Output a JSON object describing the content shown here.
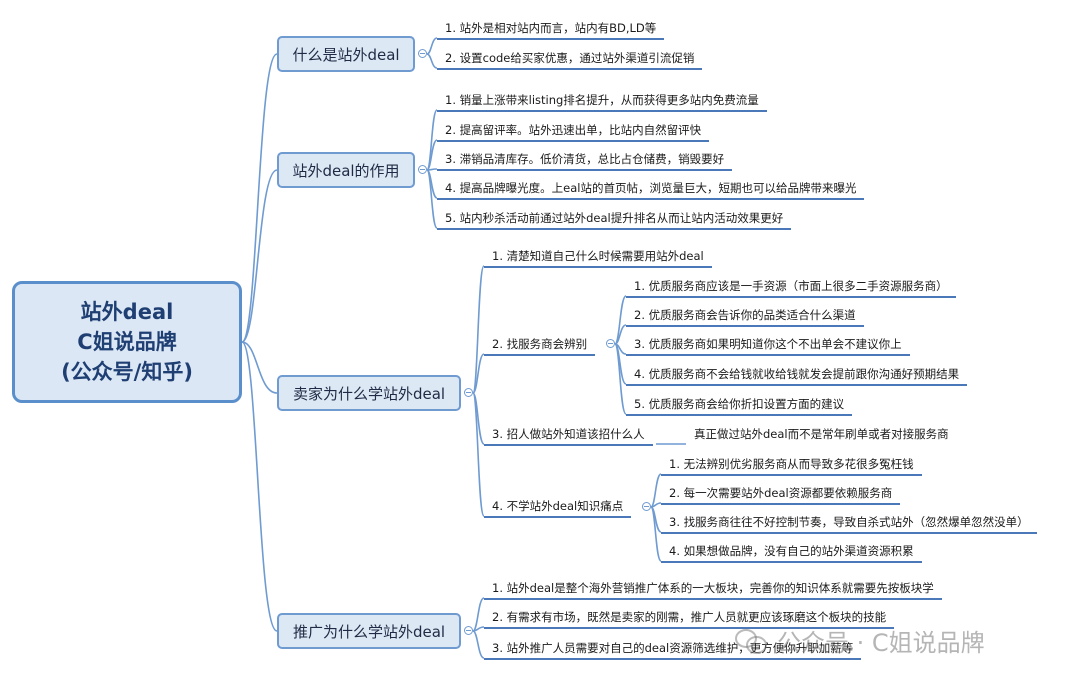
{
  "root": {
    "lines": [
      "站外deal",
      "C姐说品牌",
      "(公众号/知乎)"
    ]
  },
  "branches": [
    {
      "label": "什么是站外deal",
      "items": [
        "1. 站外是相对站内而言，站内有BD,LD等",
        "2. 设置code给买家优惠，通过站外渠道引流促销"
      ]
    },
    {
      "label": "站外deal的作用",
      "items": [
        "1. 销量上涨带来listing排名提升，从而获得更多站内免费流量",
        "2. 提高留评率。站外迅速出单，比站内自然留评快",
        "3. 滞销品清库存。低价清货，总比占仓储费，销毁要好",
        "4. 提高品牌曝光度。上eal站的首页帖，浏览量巨大，短期也可以给品牌带来曝光",
        "5. 站内秒杀活动前通过站外deal提升排名从而让站内活动效果更好"
      ]
    },
    {
      "label": "卖家为什么学站外deal",
      "items": [
        {
          "label": "1. 清楚知道自己什么时候需要用站外deal"
        },
        {
          "label": "2. 找服务商会辨别",
          "children": [
            "1. 优质服务商应该是一手资源（市面上很多二手资源服务商）",
            "2. 优质服务商会告诉你的品类适合什么渠道",
            "3. 优质服务商如果明知道你这个不出单会不建议你上",
            "4. 优质服务商不会给钱就收给钱就发会提前跟你沟通好预期结果",
            "5. 优质服务商会给你折扣设置方面的建议"
          ]
        },
        {
          "label": "3. 招人做站外知道该招什么人",
          "children": [
            "真正做过站外deal而不是常年刷单或者对接服务商"
          ]
        },
        {
          "label": "4. 不学站外deal知识痛点",
          "children": [
            "1. 无法辨别优劣服务商从而导致多花很多冤枉钱",
            "2. 每一次需要站外deal资源都要依赖服务商",
            "3. 找服务商往往不好控制节奏，导致自杀式站外（忽然爆单忽然没单）",
            "4. 如果想做品牌，没有自己的站外渠道资源积累"
          ]
        }
      ]
    },
    {
      "label": "推广为什么学站外deal",
      "items": [
        "1. 站外deal是整个海外营销推广体系的一大板块，完善你的知识体系就需要先按板块学",
        "2. 有需求有市场，既然是卖家的刚需，推广人员就更应该琢磨这个板块的技能",
        "3. 站外推广人员需要对自己的deal资源筛选维护，更方便你升职加薪等"
      ]
    }
  ],
  "watermark": {
    "text": "公众号 · C姐说品牌",
    "icon": "wechat-icon"
  },
  "colors": {
    "line": "#6f9bd1",
    "branch_fill": "#dde8f5",
    "root_border": "#5b8fcb",
    "underline": "#4a78b8"
  }
}
